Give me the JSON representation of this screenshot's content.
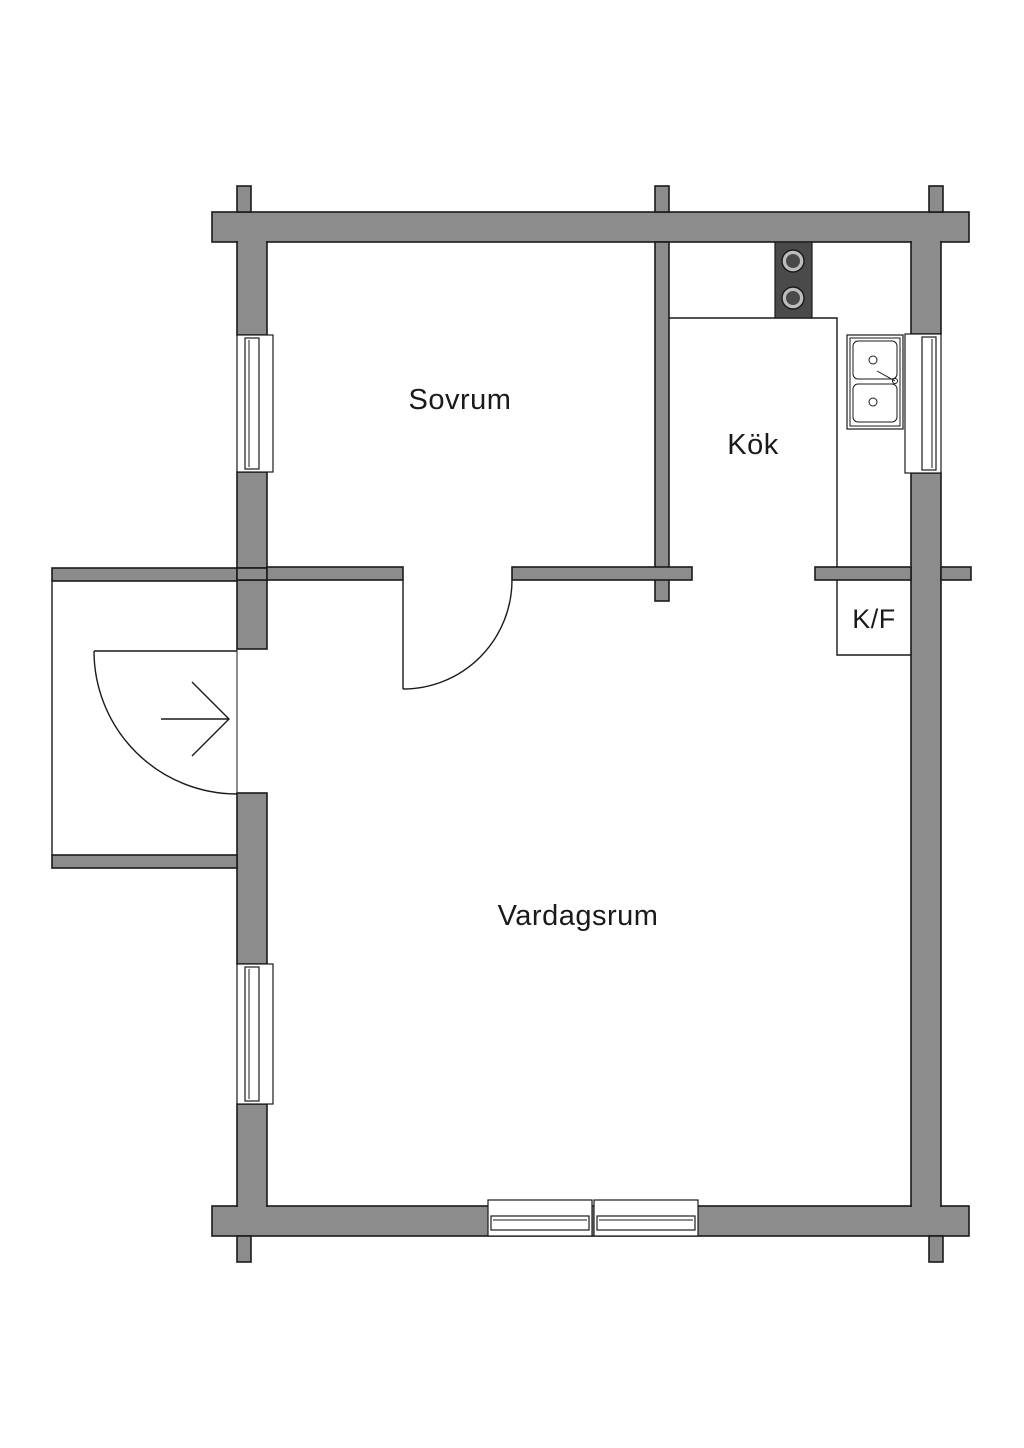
{
  "rooms": {
    "bedroom": "Sovrum",
    "kitchen": "Kök",
    "fridge_freezer": "K/F",
    "living_room": "Vardagsrum"
  },
  "icons": {
    "entrance": "entrance-arrow-icon",
    "stove": "stove-icon",
    "sink": "double-sink-icon"
  },
  "colors": {
    "wall": "#8c8c8c",
    "outline": "#1a1a1a",
    "background": "#ffffff"
  }
}
